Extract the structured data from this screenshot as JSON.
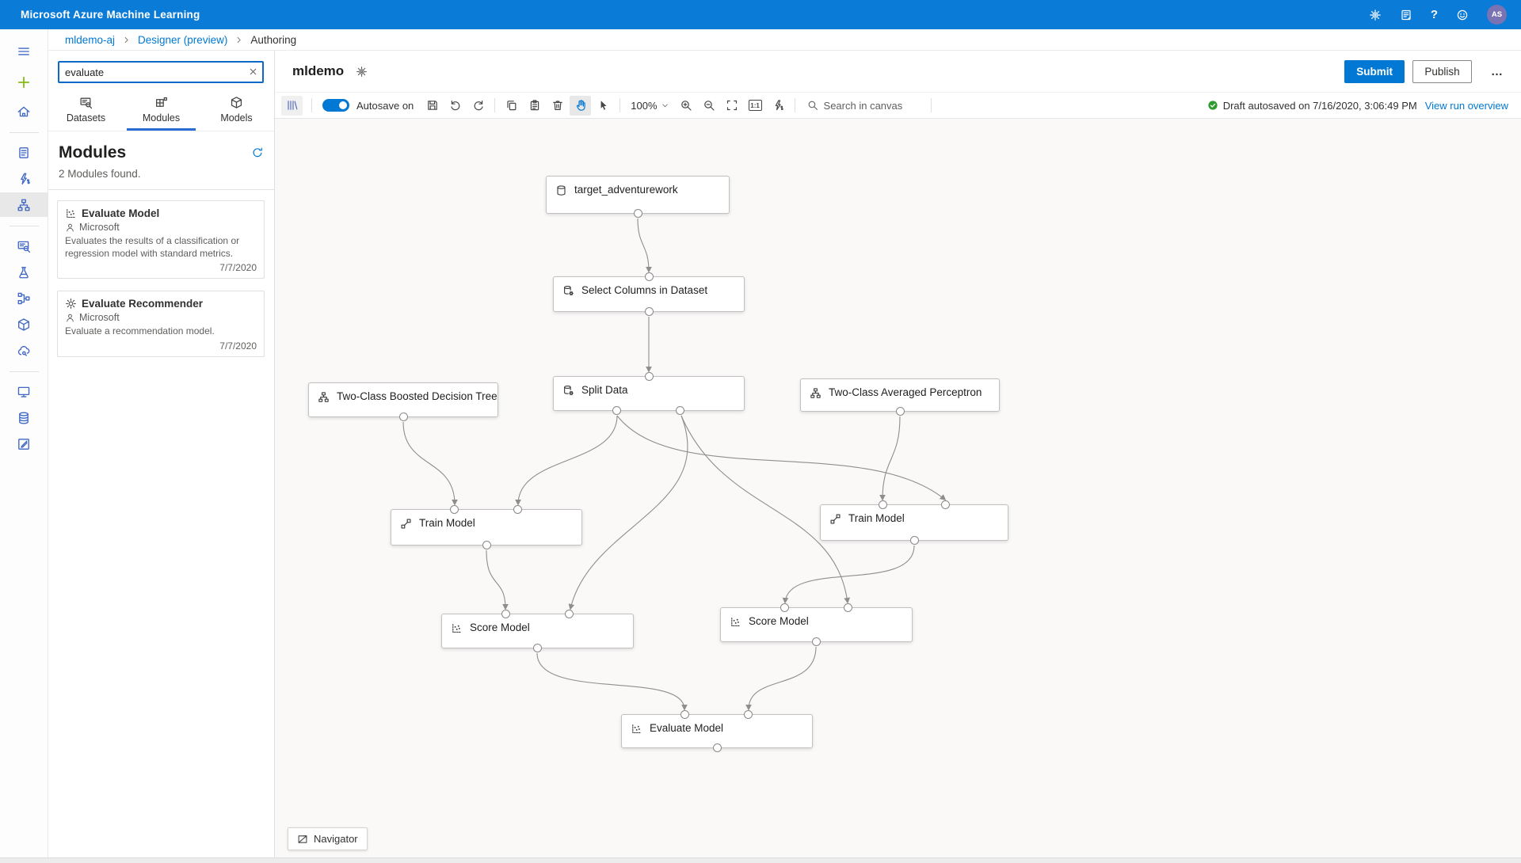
{
  "colors": {
    "topbar_blue": "#0b7bd8",
    "accent_blue": "#0078d4",
    "plus_green": "#84b913",
    "status_green": "#2e9b2e",
    "avatar_purple": "#7a73b3",
    "rail_icon_blue": "#3e66c4",
    "canvas_bg": "#faf9f8"
  },
  "topbar": {
    "title": "Microsoft Azure Machine Learning",
    "help_label": "?",
    "avatar_initials": "AS",
    "icons": [
      "settings-gear-icon",
      "feedback-notes-icon",
      "help-icon",
      "smiley-feedback-icon",
      "avatar"
    ]
  },
  "breadcrumb": {
    "items": [
      {
        "label": "mldemo-aj"
      },
      {
        "label": "Designer (preview)"
      },
      {
        "label": "Authoring"
      }
    ]
  },
  "sidebar": {
    "items": [
      {
        "icon": "menu-icon"
      },
      {
        "icon": "new-plus-icon"
      },
      {
        "icon": "home-icon"
      },
      {
        "icon": "notebooks-icon"
      },
      {
        "icon": "automated-ml-icon"
      },
      {
        "icon": "designer-icon",
        "active": true
      },
      {
        "icon": "datasets-icon"
      },
      {
        "icon": "experiments-icon"
      },
      {
        "icon": "pipelines-icon"
      },
      {
        "icon": "models-icon"
      },
      {
        "icon": "endpoints-icon"
      },
      {
        "icon": "compute-icon"
      },
      {
        "icon": "datastores-icon"
      },
      {
        "icon": "data-labeling-icon"
      }
    ]
  },
  "panel": {
    "search_value": "evaluate",
    "tabs": [
      {
        "label": "Datasets",
        "icon": "datasets-icon"
      },
      {
        "label": "Modules",
        "icon": "modules-icon",
        "active": true
      },
      {
        "label": "Models",
        "icon": "models-icon"
      }
    ],
    "heading": "Modules",
    "result_count": "2 Modules found.",
    "modules": [
      {
        "name": "Evaluate Model",
        "icon": "scatter-chart-icon",
        "vendor": "Microsoft",
        "description": "Evaluates the results of a classification or regression model with standard metrics.",
        "date": "7/7/2020"
      },
      {
        "name": "Evaluate Recommender",
        "icon": "recommender-sun-icon",
        "vendor": "Microsoft",
        "description": "Evaluate a recommendation model.",
        "date": "7/7/2020"
      }
    ]
  },
  "header": {
    "pipeline_name": "mldemo",
    "submit_label": "Submit",
    "publish_label": "Publish",
    "more_label": "…"
  },
  "toolbar": {
    "autosave_label": "Autosave on",
    "zoom_level": "100%",
    "one_to_one": "1:1",
    "canvas_search_placeholder": "Search in canvas",
    "autosave_status": "Draft autosaved on 7/16/2020, 3:06:49 PM",
    "run_overview_label": "View run overview",
    "icons": [
      "module-palette-icon",
      "autosave-toggle",
      "save-icon",
      "undo-icon",
      "redo-icon",
      "copy-icon",
      "paste-icon",
      "delete-icon",
      "pan-hand-icon",
      "select-pointer-icon",
      "zoom-dropdown",
      "zoom-in-icon",
      "zoom-out-icon",
      "fit-to-screen-icon",
      "actual-size-icon",
      "auto-layout-icon",
      "search-icon"
    ]
  },
  "canvas": {
    "nodes": [
      {
        "label": "target_adventurework",
        "icon": "dataset-cylinder-icon"
      },
      {
        "label": "Select Columns in Dataset",
        "icon": "data-transform-icon"
      },
      {
        "label": "Split Data",
        "icon": "data-transform-icon"
      },
      {
        "label": "Two-Class Boosted Decision Tree",
        "icon": "algorithm-tree-icon"
      },
      {
        "label": "Two-Class Averaged Perceptron",
        "icon": "algorithm-tree-icon"
      },
      {
        "label": "Train Model",
        "icon": "train-dumbbell-icon"
      },
      {
        "label": "Train Model",
        "icon": "train-dumbbell-icon"
      },
      {
        "label": "Score Model",
        "icon": "scatter-chart-icon"
      },
      {
        "label": "Score Model",
        "icon": "scatter-chart-icon"
      },
      {
        "label": "Evaluate Model",
        "icon": "scatter-chart-icon"
      }
    ],
    "navigator_label": "Navigator"
  }
}
